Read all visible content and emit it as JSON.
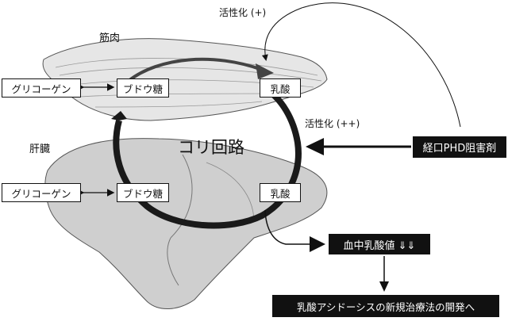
{
  "muscle": {
    "label": "筋肉",
    "glycogen": "グリコーゲン",
    "glucose": "ブドウ糖",
    "lactate": "乳酸"
  },
  "liver": {
    "label": "肝臓",
    "glycogen": "グリコーゲン",
    "glucose": "ブドウ糖",
    "lactate": "乳酸"
  },
  "cori_cycle": "コリ回路",
  "activation_plus": "活性化 (+)",
  "activation_plusplus": "活性化 (++)",
  "drug": "経口PHD阻害剤",
  "blood_lactate": "血中乳酸値 ⇓⇓",
  "new_therapy": "乳酸アシドーシスの新規治療法の開発へ",
  "colors": {
    "organ_fill": "#cfcfcf",
    "muscle_fill": "#e6e6e6",
    "dark": "#111111"
  }
}
